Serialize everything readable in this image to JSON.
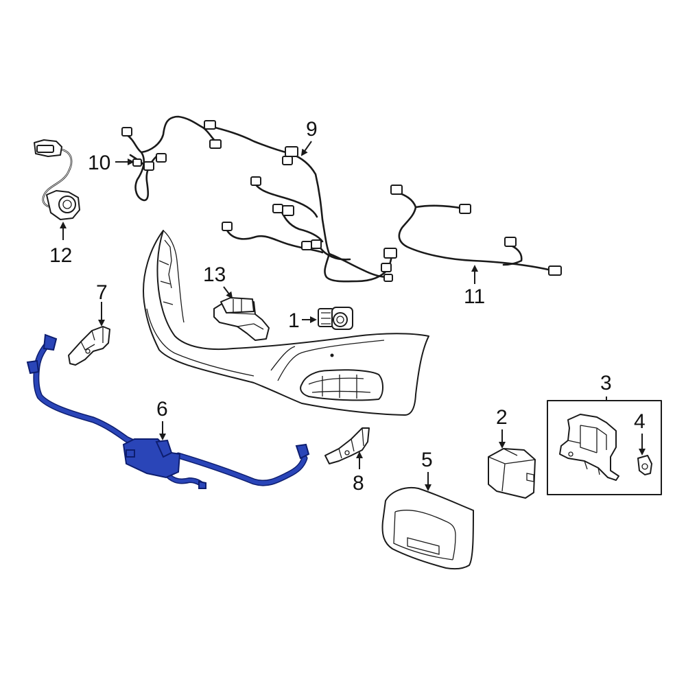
{
  "colors": {
    "line": "#1a1a1a",
    "highlight": "#2a45b8",
    "highlight_stroke": "#0d1d6e",
    "background": "#ffffff"
  },
  "callouts": {
    "c1": "1",
    "c2": "2",
    "c3": "3",
    "c4": "4",
    "c5": "5",
    "c6": "6",
    "c7": "7",
    "c8": "8",
    "c9": "9",
    "c10": "10",
    "c11": "11",
    "c12": "12",
    "c13": "13"
  }
}
